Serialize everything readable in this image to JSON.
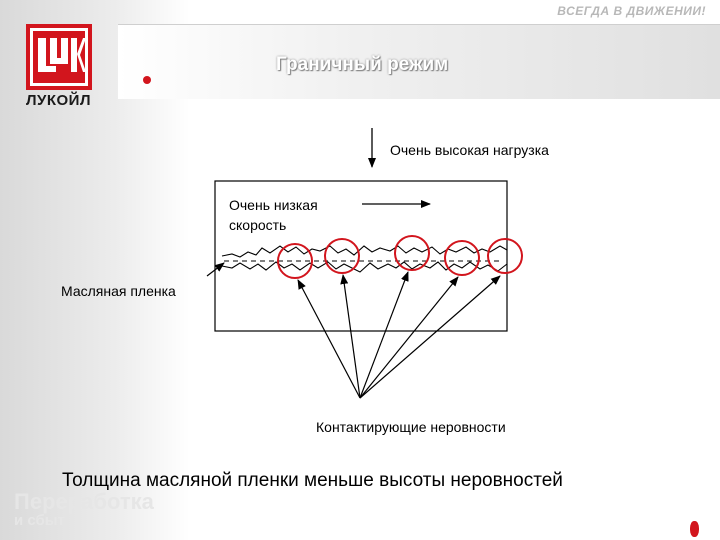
{
  "header": {
    "tagline": "ВСЕГДА В ДВИЖЕНИИ!",
    "title": "Граничный режим"
  },
  "brand": {
    "logo_text": "ЛУКОЙЛ",
    "division_line1": "Переработка",
    "division_line2": "и сбыт",
    "accent_color": "#d2151d"
  },
  "diagram": {
    "load_label": "Очень высокая нагрузка",
    "speed_label_line1": "Очень низкая",
    "speed_label_line2": "скорость",
    "film_label": "Масляная пленка",
    "contact_label": "Контактирующие неровности"
  },
  "caption": "Толщина масляной пленки меньше высоты неровностей"
}
